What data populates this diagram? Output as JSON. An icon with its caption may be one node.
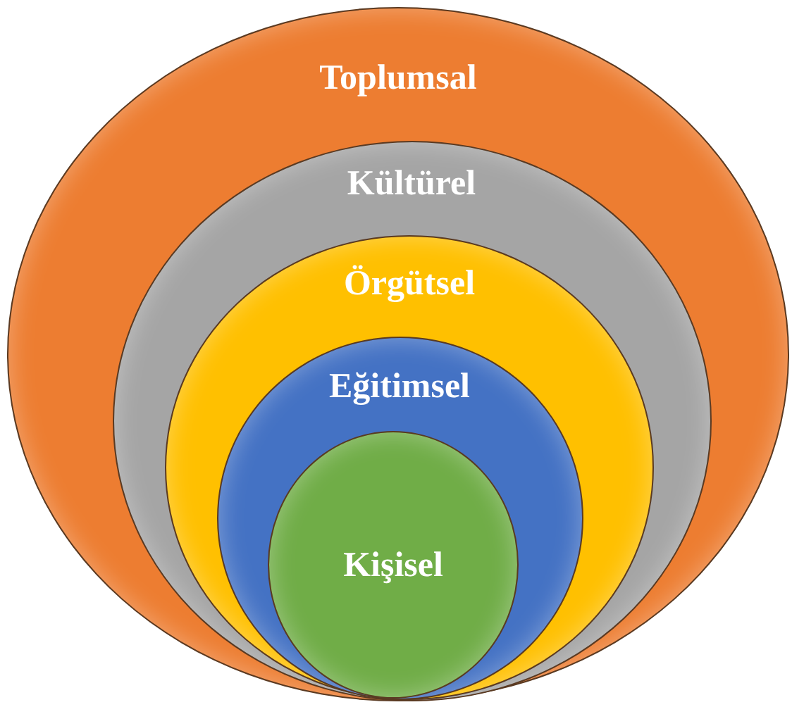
{
  "diagram": {
    "nodes": [
      {
        "text": [
          "Toplumsal"
        ]
      },
      {
        "text": [
          "Kültürel"
        ],
        "in": 0
      },
      {
        "text": [
          "Örgütsel"
        ],
        "in": 1
      },
      {
        "text": [
          "Eğitimsel"
        ],
        "in": 2
      },
      {
        "text": [
          "Kişisel"
        ],
        "in": 3
      }
    ]
  }
}
